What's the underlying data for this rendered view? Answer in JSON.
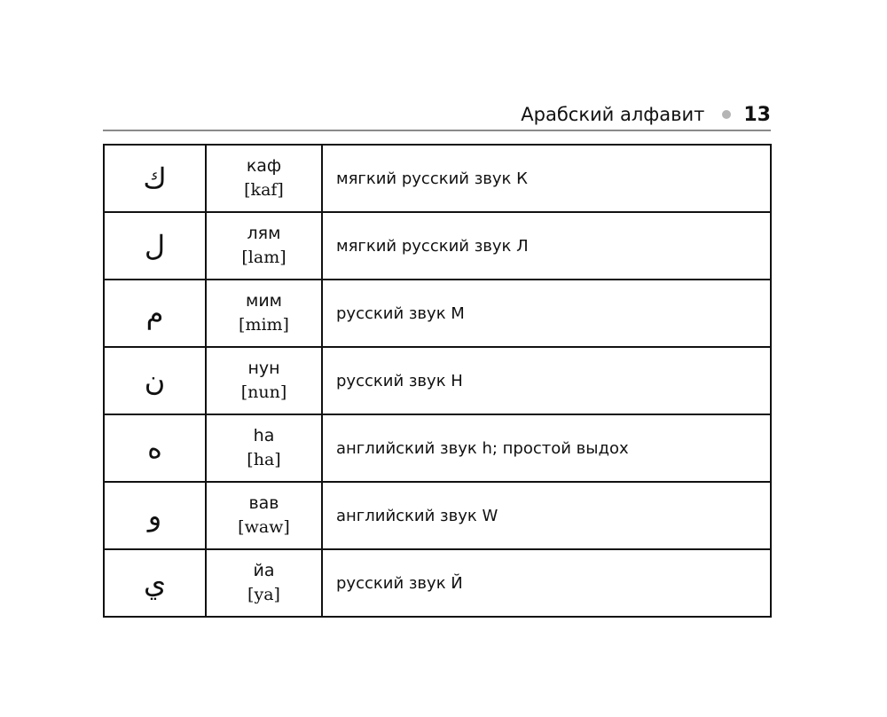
{
  "header": {
    "title": "Арабский алфавит",
    "page": "13"
  },
  "rows": [
    {
      "letter": "ك",
      "name": "каф",
      "translit": "[kaf]",
      "desc": "мягкий русский звук К"
    },
    {
      "letter": "ل",
      "name": "лям",
      "translit": "[lam]",
      "desc": "мягкий русский звук Л"
    },
    {
      "letter": "م",
      "name": "мим",
      "translit": "[mim]",
      "desc": "русский звук М"
    },
    {
      "letter": "ن",
      "name": "нун",
      "translit": "[nun]",
      "desc": "русский звук Н"
    },
    {
      "letter": "ه",
      "name": "ha",
      "translit": "[ha]",
      "desc": "английский звук h; простой выдох"
    },
    {
      "letter": "و",
      "name": "вав",
      "translit": "[waw]",
      "desc": "английский звук W"
    },
    {
      "letter": "ي",
      "name": "йа",
      "translit": "[ya]",
      "desc": "русский звук Й"
    }
  ]
}
